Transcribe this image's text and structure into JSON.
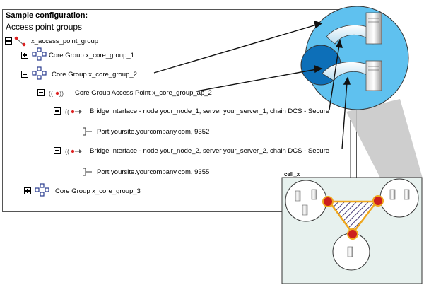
{
  "header": {
    "title": "Sample configuration:",
    "subtitle": "Access point groups"
  },
  "tree": {
    "root": "x_access_point_group",
    "group1": "Core Group x_core_group_1",
    "group2": "Core Group x_core_group_2",
    "access_point": "Core Group Access Point  x_core_group_ap_2",
    "bridge1": "Bridge Interface - node your_node_1, server your_server_1, chain DCS - Secure",
    "port1": "Port yoursite.yourcompany.com, 9352",
    "bridge2": "Bridge Interface - node your_node_2, server your_server_2, chain DCS - Secure",
    "port2": "Port yoursite.yourcompany.com, 9355",
    "group3": "Core Group x_core_group_3"
  },
  "cell": {
    "label": "cell_x"
  },
  "colors": {
    "zoom_circle": "#5fc1ef",
    "dark_node": "#0d6fb8",
    "cell_bg": "#e7f1ee",
    "triangle": "#f0a81e",
    "connector": "#cc1f1f",
    "hatch": "#4a3f7a"
  }
}
